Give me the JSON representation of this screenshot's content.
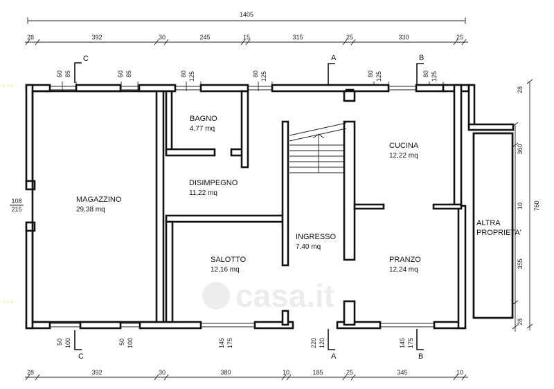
{
  "dimensions": {
    "overall_top": "1405",
    "top_row": [
      "28",
      "392",
      "30",
      "245",
      "15",
      "315",
      "25",
      "330",
      "25"
    ],
    "bottom_row": [
      "28",
      "392",
      "30",
      "380",
      "10",
      "185",
      "25",
      "345",
      "10"
    ],
    "right_column": [
      "28",
      "360",
      "10",
      "355",
      "28"
    ],
    "overall_right": "760",
    "left_openings": [
      "108",
      "215"
    ],
    "windows_top": [
      [
        "60",
        "85"
      ],
      [
        "60",
        "85"
      ],
      [
        "80",
        "125"
      ],
      [
        "80",
        "125"
      ],
      [
        "80",
        "125"
      ],
      [
        "80",
        "125"
      ]
    ],
    "windows_bottom": [
      [
        "50",
        "100"
      ],
      [
        "50",
        "100"
      ],
      [
        "145",
        "175"
      ],
      [
        "220",
        "120"
      ],
      [
        "145",
        "175"
      ]
    ]
  },
  "sections": {
    "a": "A",
    "b": "B",
    "c": "C"
  },
  "rooms": {
    "bagno": {
      "name": "BAGNO",
      "area": "4,77 mq"
    },
    "disimpegno": {
      "name": "DISIMPEGNO",
      "area": "11,22 mq"
    },
    "magazzino": {
      "name": "MAGAZZINO",
      "area": "29,38 mq"
    },
    "cucina": {
      "name": "CUCINA",
      "area": "12,22 mq"
    },
    "ingresso": {
      "name": "INGRESSO",
      "area": "7,40 mq"
    },
    "salotto": {
      "name": "SALOTTO",
      "area": "12,16 mq"
    },
    "pranzo": {
      "name": "PRANZO",
      "area": "12,24 mq"
    },
    "altra": {
      "line1": "ALTRA",
      "line2": "PROPRIETA'"
    }
  },
  "watermark": "casa.it"
}
